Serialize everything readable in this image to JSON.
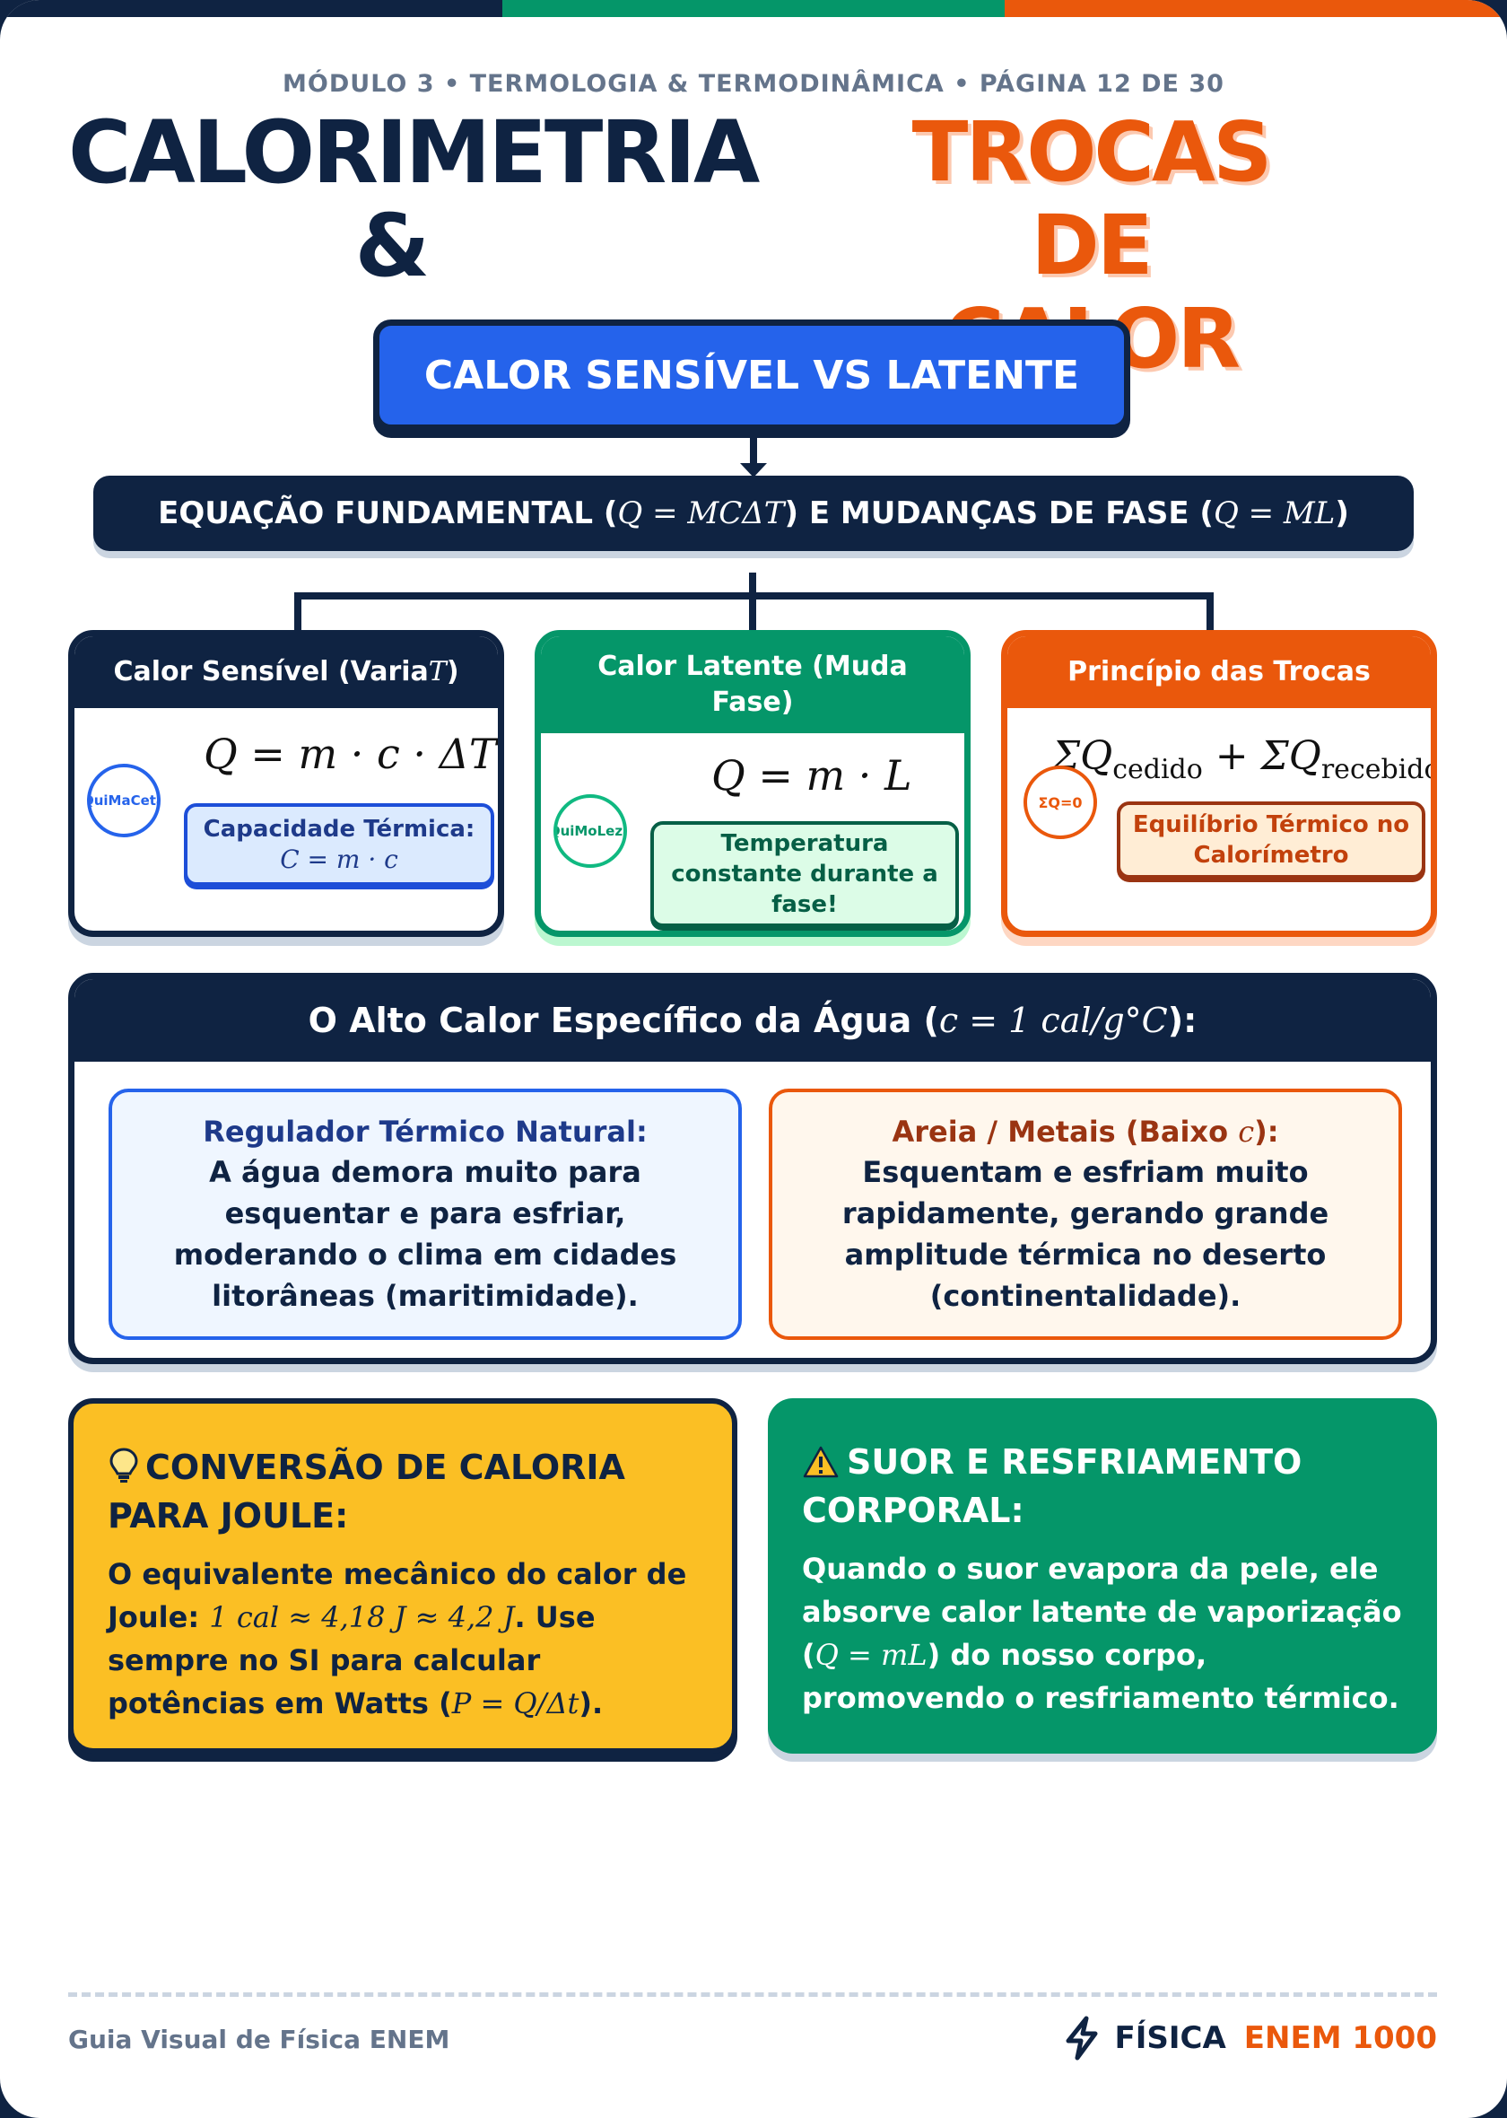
{
  "header": {
    "kicker": "MÓDULO 3 • TERMOLOGIA & TERMODINÂMICA • PÁGINA 12 DE 30",
    "title_left_line1": "CALORIMETRIA",
    "title_left_line2": "&",
    "title_right_line1": "TROCAS DE",
    "title_right_line2": "CALOR"
  },
  "main_node": {
    "label": "CALOR SENSÍVEL VS LATENTE"
  },
  "equation_bar": {
    "prefix": "EQUAÇÃO FUNDAMENTAL (",
    "eq1": "Q = MCΔT",
    "middle": ") E MUDANÇAS DE FASE (",
    "eq2": "Q = ML",
    "suffix": ")"
  },
  "cards": [
    {
      "title_prefix": "Calor Sensível (Varia",
      "title_math": "T",
      "title_suffix": ")",
      "formula": "Q = m · c · ΔT",
      "badge": "QuiMaCeta",
      "pill_title": "Capacidade Térmica:",
      "pill_math": "C = m · c",
      "color": "#0f2342"
    },
    {
      "title": "Calor Latente (Muda Fase)",
      "formula": "Q = m · L",
      "badge": "QuiMoLeza",
      "pill_line1": "Temperatura",
      "pill_line2": "constante durante a",
      "pill_line3": "fase!",
      "color": "#059669"
    },
    {
      "title": "Princípio das Trocas",
      "formula_a": "ΣQ",
      "formula_a_sub": "cedido",
      "formula_plus": " + ΣQ",
      "formula_b_sub": "recebido",
      "formula_tail": " =",
      "badge": "ΣQ=0",
      "pill_line1": "Equilíbrio Térmico no",
      "pill_line2": "Calorímetro",
      "color": "#ea580c"
    }
  ],
  "water_panel": {
    "title_prefix": "O Alto Calor Específico da Água (",
    "title_math": "c = 1 cal/g°C",
    "title_suffix": "):",
    "left_title": "Regulador Térmico Natural:",
    "left_body": "A água demora muito para esquentar e para esfriar, moderando o clima em cidades litorâneas (maritimidade).",
    "right_title_prefix": "Areia / Metais (Baixo ",
    "right_title_math": "c",
    "right_title_suffix": "):",
    "right_body": "Esquentam e esfriam muito rapidamente, gerando grande amplitude térmica no deserto (continentalidade)."
  },
  "tip_box": {
    "icon": "lightbulb-icon",
    "title": "CONVERSÃO DE CALORIA PARA JOULE:",
    "body_1": "O equivalente mecânico do calor de Joule: ",
    "body_math": "1 cal ≈ 4,18 J ≈ 4,2 J",
    "body_2": ". Use sempre no SI para calcular potências em Watts (",
    "body_math2": "P = Q/Δt",
    "body_3": ").",
    "color": "#fbbf24"
  },
  "warn_box": {
    "icon": "warning-icon",
    "title": "SUOR E RESFRIAMENTO CORPORAL:",
    "body_1": "Quando o suor evapora da pele, ele absorve calor latente de vaporização (",
    "body_math": "Q = mL",
    "body_2": ") do nosso corpo, promovendo o resfriamento térmico.",
    "color": "#059669"
  },
  "footer": {
    "left": "Guia Visual de Física ENEM",
    "brand1": "FÍSICA",
    "brand2": "ENEM 1000",
    "icon": "lightning-icon"
  },
  "colors": {
    "navy": "#0f2342",
    "blue": "#2563eb",
    "green": "#059669",
    "orange": "#ea580c",
    "yellow": "#fbbf24"
  }
}
